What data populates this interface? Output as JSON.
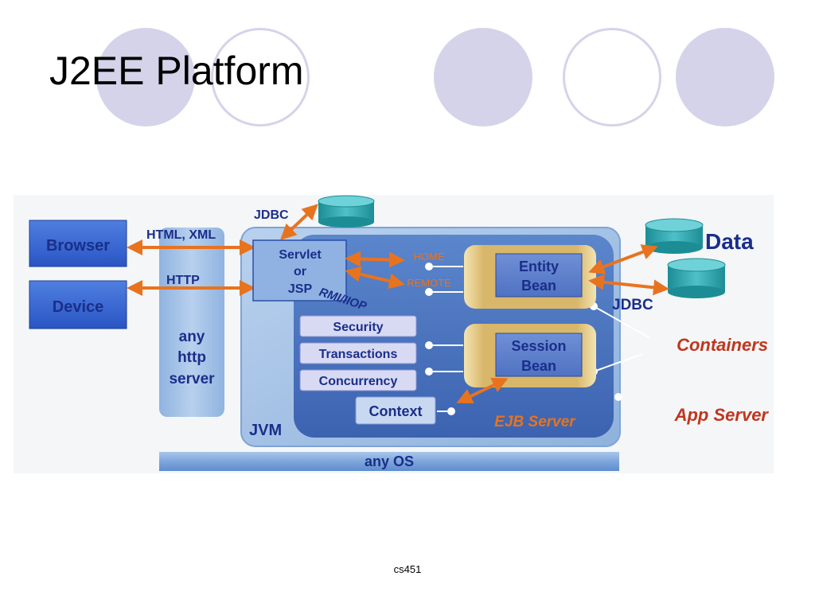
{
  "slide": {
    "title": "J2EE Platform",
    "footer": "cs451"
  },
  "diagram": {
    "clients": [
      "Browser",
      "Device"
    ],
    "protocols": [
      "HTML, XML",
      "HTTP"
    ],
    "http_server": [
      "any",
      "http",
      "server"
    ],
    "servlet": [
      "Servlet",
      "or",
      "JSP"
    ],
    "jdbc_top": "JDBC",
    "rmi": "RMI/IIOP",
    "home": "HOME",
    "remote": "REMOTE",
    "entity_bean": [
      "Entity",
      "Bean"
    ],
    "session_bean": [
      "Session",
      "Bean"
    ],
    "services": [
      "Security",
      "Transactions",
      "Concurrency"
    ],
    "context": "Context",
    "ejb_server": "EJB Server",
    "jvm": "JVM",
    "data": "Data",
    "jdbc_right": "JDBC",
    "containers": "Containers",
    "app_server": "App Server",
    "os": "any OS"
  },
  "colors": {
    "arrow": "#e8731f",
    "label_blue": "#1a2e8a",
    "label_red": "#c0361e",
    "deco_circle": "#d5d3ea"
  }
}
